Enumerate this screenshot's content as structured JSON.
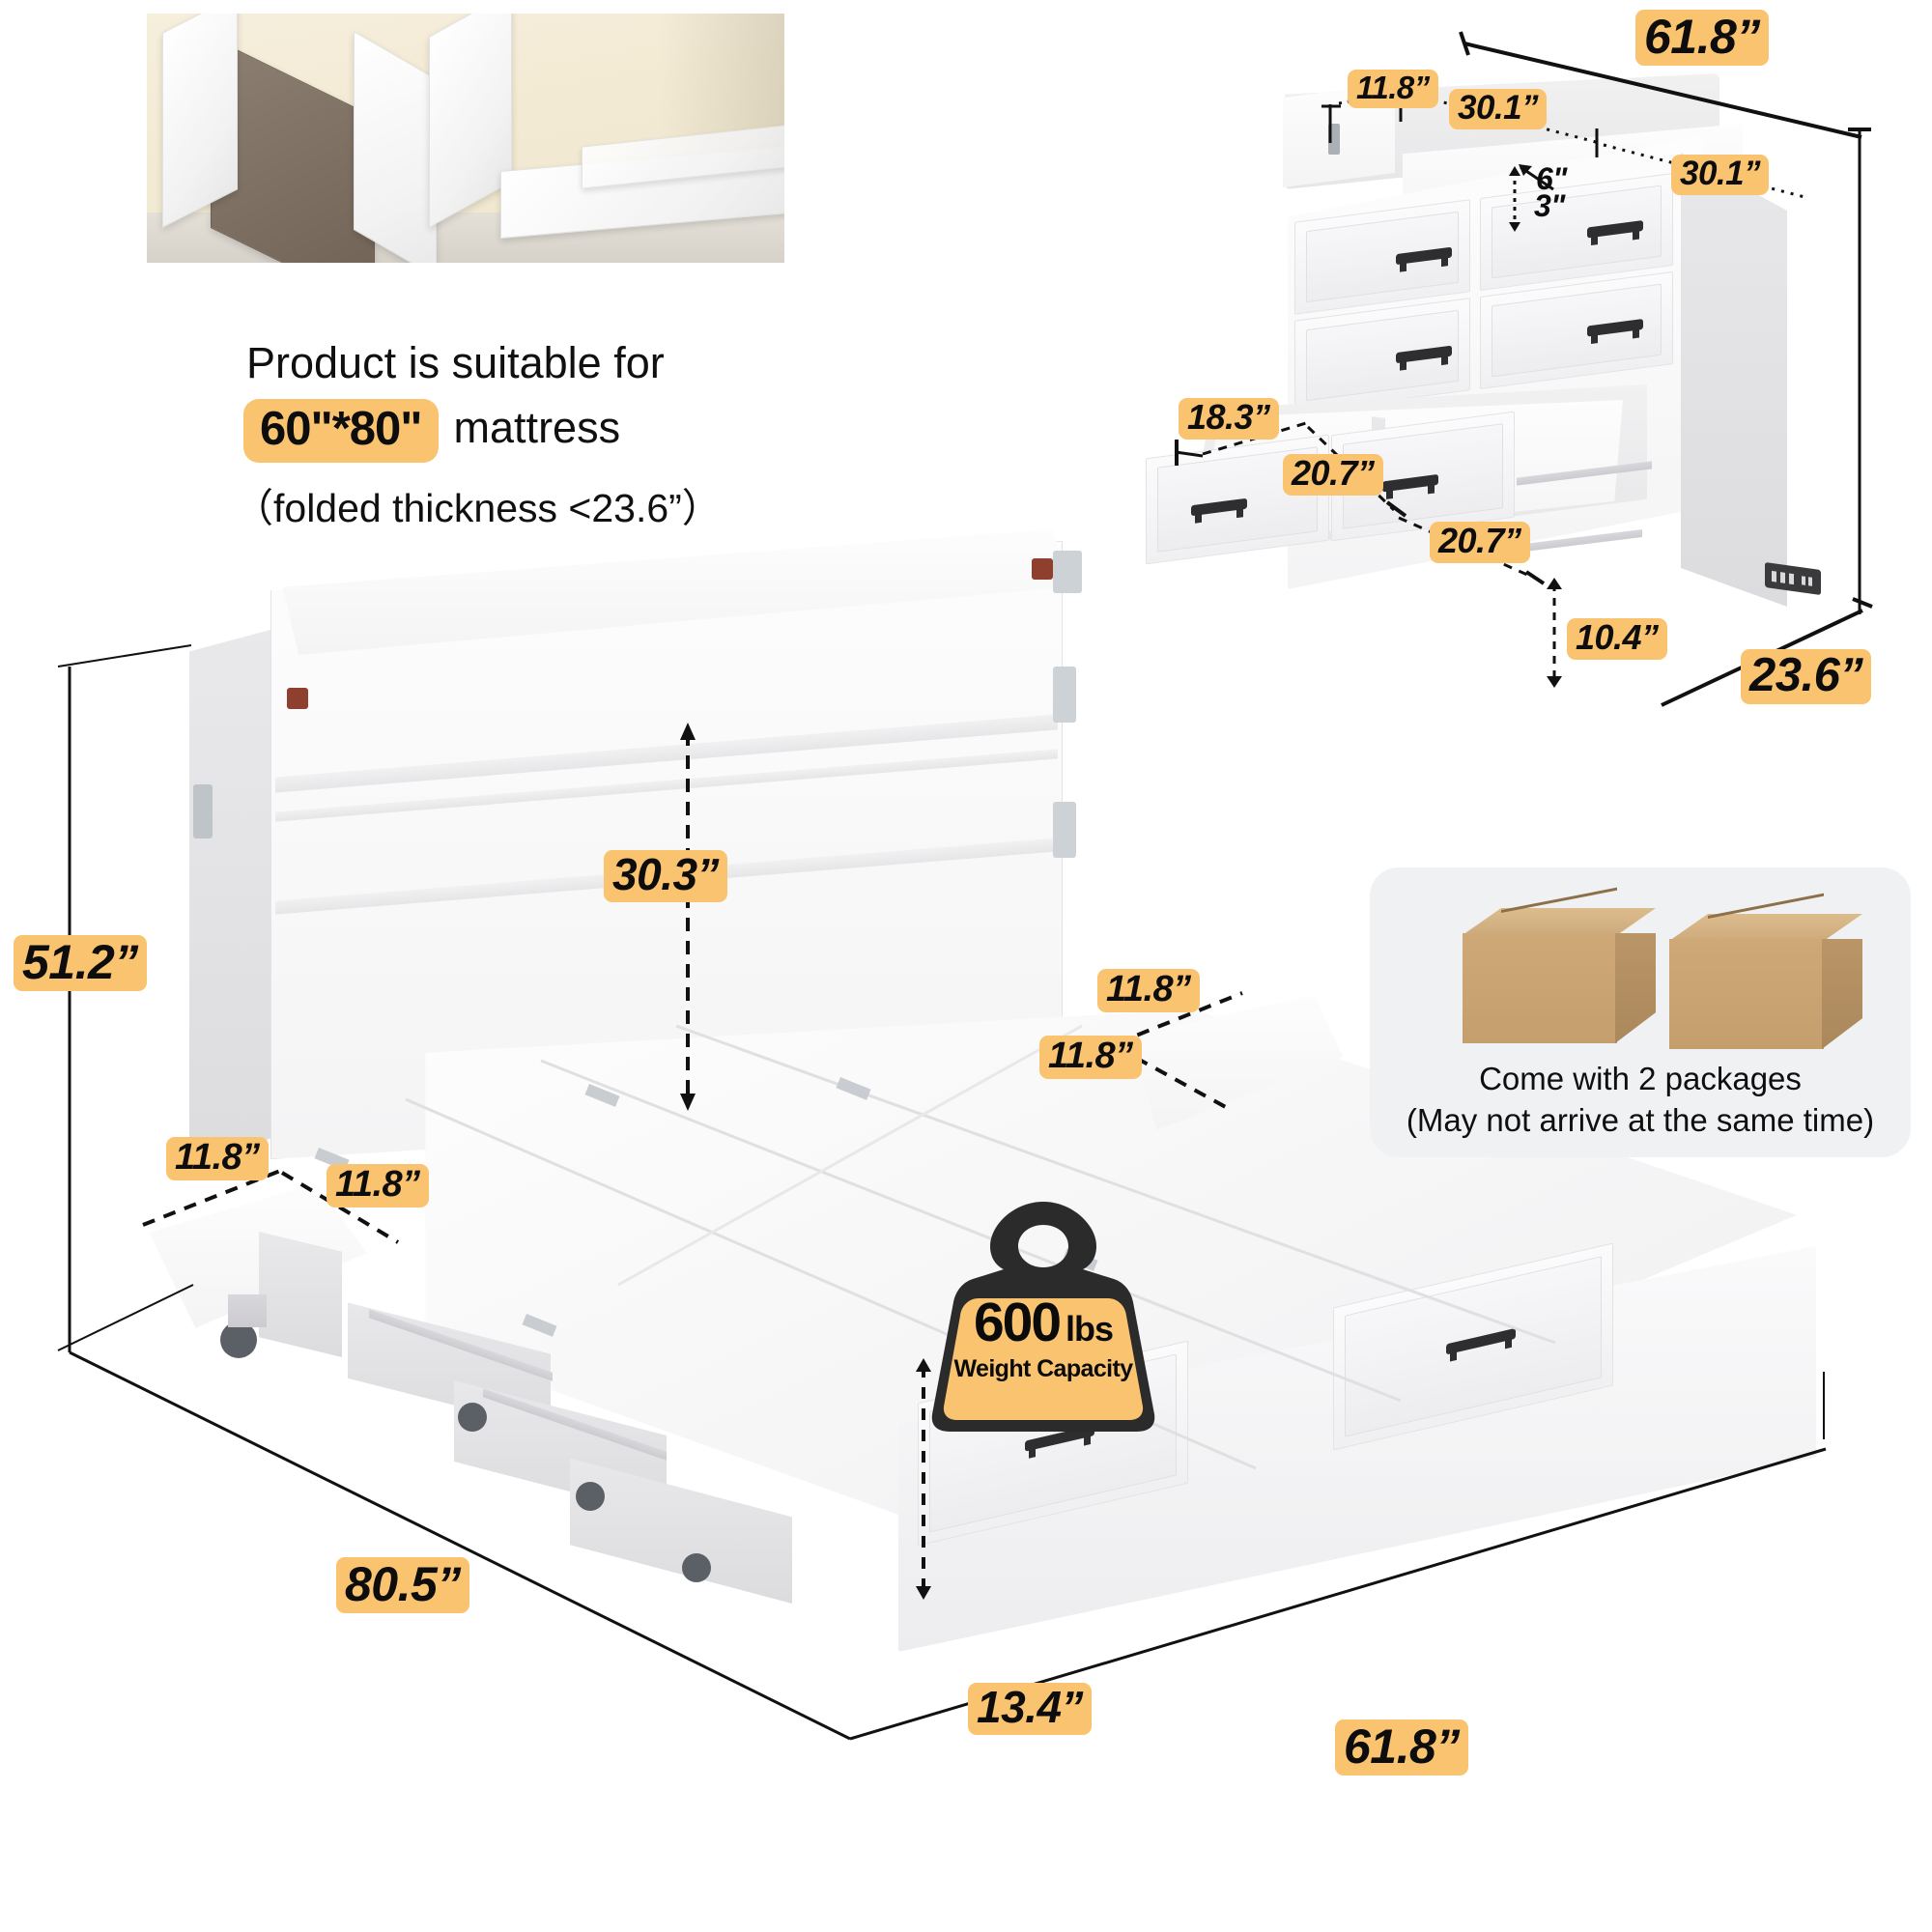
{
  "mattress_section": {
    "photo_alt": "folded-tri-fold-mattress-photo",
    "line1": "Product is suitable for",
    "size_badge": "60\"*80\"",
    "line2_suffix": "mattress",
    "line3": "（folded thickness <23.6”）"
  },
  "cabinet_diagram": {
    "name": "storage-cabinet-with-drawers",
    "dims": {
      "top_shelf_left": "11.8”",
      "shelf_span_left": "30.1”",
      "shelf_span_right": "30.1”",
      "shelf_depth": "6\"",
      "shelf_height": "3\"",
      "overall_width": "61.8”",
      "overall_depth": "23.6”",
      "drawer_depth": "18.3”",
      "drawer_inner_left": "20.7”",
      "drawer_inner_right": "20.7”",
      "drawer_height": "10.4”"
    },
    "outlet_label": "power-outlet-usb-panel"
  },
  "bed_diagram": {
    "name": "murphy-cabinet-bed-open",
    "dims": {
      "total_height": "51.2”",
      "headboard_height": "30.3”",
      "right_tray_top": "11.8”",
      "right_tray_bottom": "11.8”",
      "left_tray_top": "11.8”",
      "left_tray_bottom": "11.8”",
      "bed_length": "80.5”",
      "base_height": "13.4”",
      "bed_width": "61.8”"
    }
  },
  "weight_badge": {
    "icon": "weight-kettlebell-icon",
    "value": "600",
    "unit": "lbs",
    "caption": "Weight Capacity"
  },
  "packages_panel": {
    "icon": "two-cardboard-boxes-icon",
    "line1": "Come with 2 packages",
    "line2": "(May not arrive at the same time)"
  },
  "colors": {
    "accent_amber": "#F9C370",
    "text_dark": "#0d0d0d",
    "panel_gray": "#f0f1f2",
    "box_brown": "#c49f6d"
  }
}
